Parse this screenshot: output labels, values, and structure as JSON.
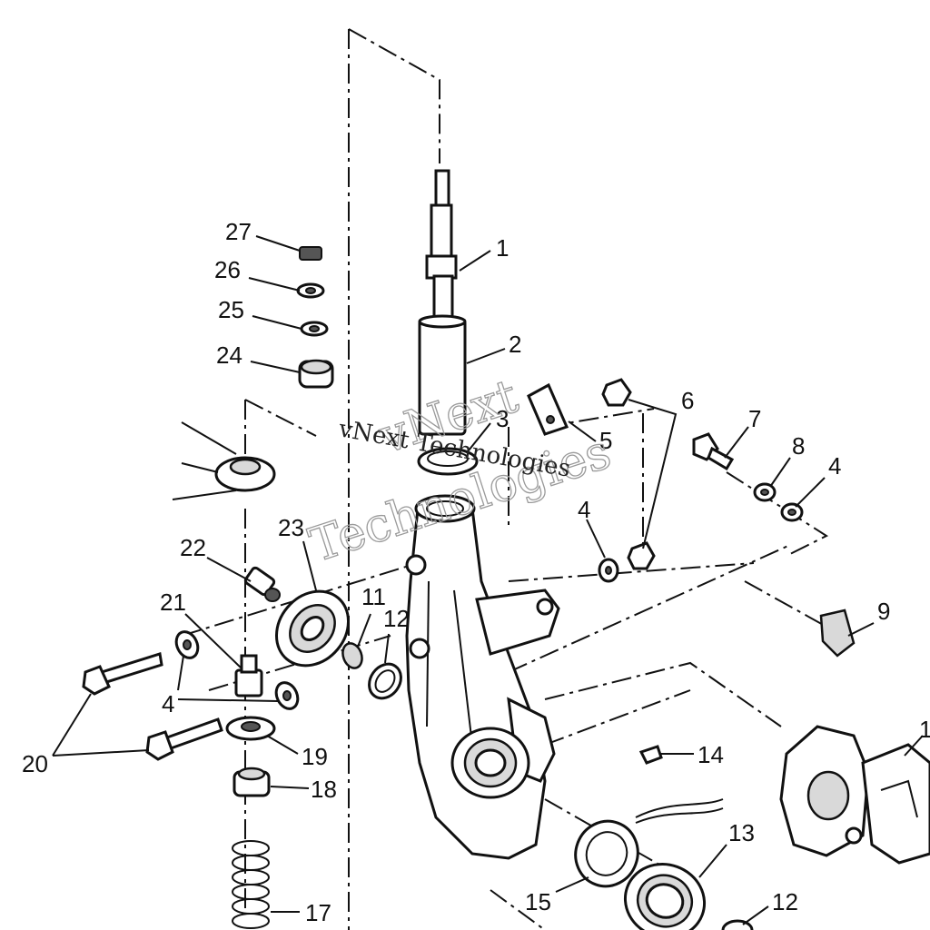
{
  "watermark": {
    "line1": "vNext",
    "line2": "Technologies",
    "small": "vNext Technologies"
  },
  "callouts": [
    {
      "id": "1",
      "label": "1"
    },
    {
      "id": "2",
      "label": "2"
    },
    {
      "id": "3",
      "label": "3"
    },
    {
      "id": "4",
      "label": "4"
    },
    {
      "id": "5",
      "label": "5"
    },
    {
      "id": "6",
      "label": "6"
    },
    {
      "id": "7",
      "label": "7"
    },
    {
      "id": "8",
      "label": "8"
    },
    {
      "id": "9",
      "label": "9"
    },
    {
      "id": "11",
      "label": "11"
    },
    {
      "id": "12",
      "label": "12"
    },
    {
      "id": "13",
      "label": "13"
    },
    {
      "id": "14",
      "label": "14"
    },
    {
      "id": "15",
      "label": "15"
    },
    {
      "id": "17",
      "label": "17"
    },
    {
      "id": "18",
      "label": "18"
    },
    {
      "id": "19",
      "label": "19"
    },
    {
      "id": "20",
      "label": "20"
    },
    {
      "id": "21",
      "label": "21"
    },
    {
      "id": "22",
      "label": "22"
    },
    {
      "id": "23",
      "label": "23"
    },
    {
      "id": "24",
      "label": "24"
    },
    {
      "id": "25",
      "label": "25"
    },
    {
      "id": "26",
      "label": "26"
    },
    {
      "id": "27",
      "label": "27"
    },
    {
      "id": "1x",
      "label": "1"
    }
  ]
}
